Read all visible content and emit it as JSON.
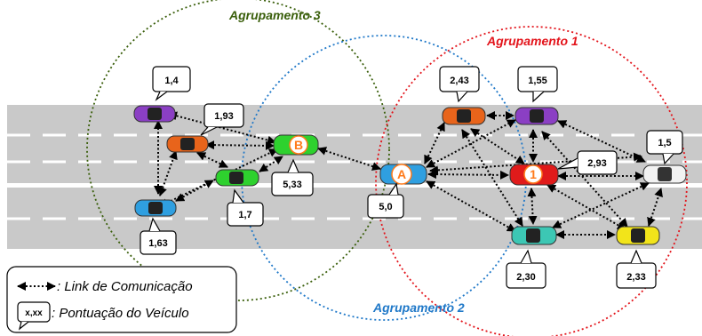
{
  "clusters": [
    {
      "label": "Agrupamento 3",
      "color": "#3a5f0b"
    },
    {
      "label": "Agrupamento 1",
      "color": "#e3141b"
    },
    {
      "label": "Agrupamento 2",
      "color": "#1f78c8"
    }
  ],
  "node_labels": {
    "b": "B",
    "a": "A",
    "one": "1"
  },
  "scores": {
    "purple_left": "1,4",
    "orange_left": "1,93",
    "blue_left": "1,63",
    "green_left": "1,7",
    "b": "5,33",
    "a": "5,0",
    "orange_right": "2,43",
    "purple_right": "1,55",
    "red_center": "2,93",
    "white_right": "1,5",
    "teal": "2,30",
    "yellow": "2,33"
  },
  "legend": {
    "link_label": ": Link de Comunicação",
    "score_label": ": Pontuação do Veículo",
    "score_sample": "x,xx"
  },
  "colors": {
    "road": "#c9c9c9",
    "lane": "#ffffff",
    "link": "#000000",
    "car_purple": "#8b3fc4",
    "car_orange": "#e8641b",
    "car_green": "#2ed12e",
    "car_blue": "#2f9fe0",
    "car_red": "#e01b1b",
    "car_teal": "#3cc7b4",
    "car_yellow": "#f2e41a",
    "car_white": "#f2f2f2"
  }
}
